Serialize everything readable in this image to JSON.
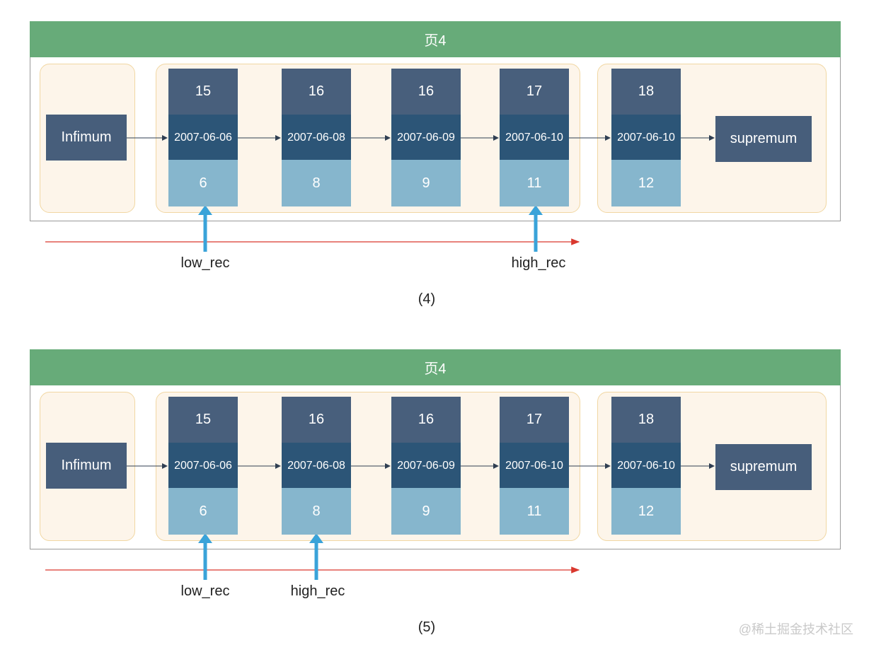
{
  "panels": [
    {
      "caption": "(4)",
      "page_title": "页4",
      "infimum": "Infimum",
      "supremum": "supremum",
      "records": [
        {
          "id": "15",
          "date": "2007-06-06",
          "pk": "6"
        },
        {
          "id": "16",
          "date": "2007-06-08",
          "pk": "8"
        },
        {
          "id": "16",
          "date": "2007-06-09",
          "pk": "9"
        },
        {
          "id": "17",
          "date": "2007-06-10",
          "pk": "11"
        },
        {
          "id": "18",
          "date": "2007-06-10",
          "pk": "12"
        }
      ],
      "low_rec_label": "low_rec",
      "low_rec_target": 0,
      "high_rec_label": "high_rec",
      "high_rec_target": 3
    },
    {
      "caption": "(5)",
      "page_title": "页4",
      "infimum": "Infimum",
      "supremum": "supremum",
      "records": [
        {
          "id": "15",
          "date": "2007-06-06",
          "pk": "6"
        },
        {
          "id": "16",
          "date": "2007-06-08",
          "pk": "8"
        },
        {
          "id": "16",
          "date": "2007-06-09",
          "pk": "9"
        },
        {
          "id": "17",
          "date": "2007-06-10",
          "pk": "11"
        },
        {
          "id": "18",
          "date": "2007-06-10",
          "pk": "12"
        }
      ],
      "low_rec_label": "low_rec",
      "low_rec_target": 0,
      "high_rec_label": "high_rec",
      "high_rec_target": 1
    }
  ],
  "colors": {
    "header": "#67ab79",
    "group_fill": "#fdf5ea",
    "group_border": "#f1d7a3",
    "node_dark": "#475e7b",
    "date_cell": "#2c5577",
    "pk_cell": "#86b6cd",
    "pointer_arrow": "#3aa3d9",
    "scan_arrow": "#d9382e"
  },
  "watermark": "@稀土掘金技术社区"
}
